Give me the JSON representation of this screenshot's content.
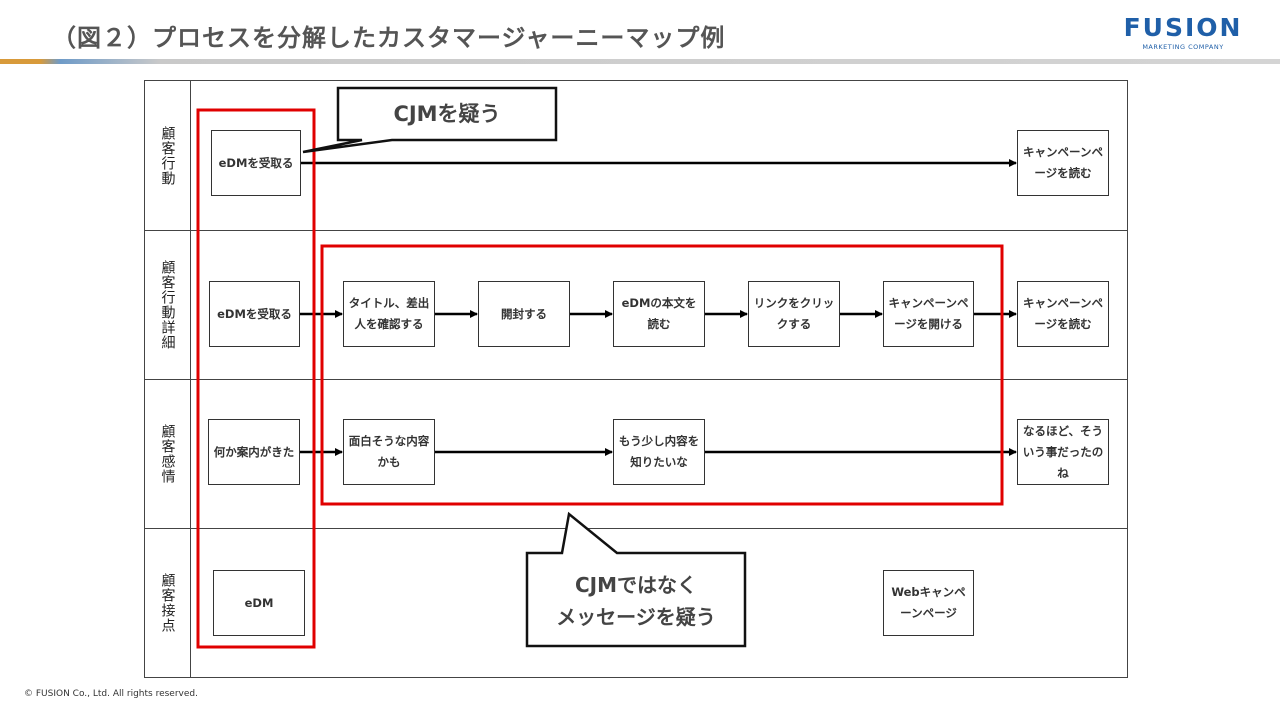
{
  "header": {
    "title": "（図２）プロセスを分解したカスタマージャーニーマップ例",
    "logo_main": "FUSION",
    "logo_sub": "MARKETING COMPANY"
  },
  "footer": {
    "copyright": "© FUSION Co., Ltd. All rights reserved."
  },
  "rows": [
    {
      "label": "顧客行動"
    },
    {
      "label": "顧客行動詳細"
    },
    {
      "label": "顧客感情"
    },
    {
      "label": "顧客接点"
    }
  ],
  "boxes": {
    "action_receive": "eDMを受取る",
    "action_read_page": "キャンペーンページを読む",
    "detail_receive": "eDMを受取る",
    "detail_check_title": "タイトル、差出人を確認する",
    "detail_open": "開封する",
    "detail_read_body": "eDMの本文を読む",
    "detail_click_link": "リンクをクリックする",
    "detail_open_page": "キャンペーンページを開ける",
    "detail_read_page": "キャンペーンページを読む",
    "emotion_notice": "何か案内がきた",
    "emotion_interesting": "面白そうな内容かも",
    "emotion_want_more": "もう少し内容を知りたいな",
    "emotion_understood": "なるほど、そういう事だったのね",
    "touch_edm": "eDM",
    "touch_web_page": "Webキャンペーンページ"
  },
  "callouts": {
    "doubt_cjm": "CJMを疑う",
    "doubt_message_line1": "CJMではなく",
    "doubt_message_line2": "メッセージを疑う"
  },
  "colors": {
    "highlight": "#e00000",
    "title": "#555555",
    "brand": "#1f5fa8"
  }
}
